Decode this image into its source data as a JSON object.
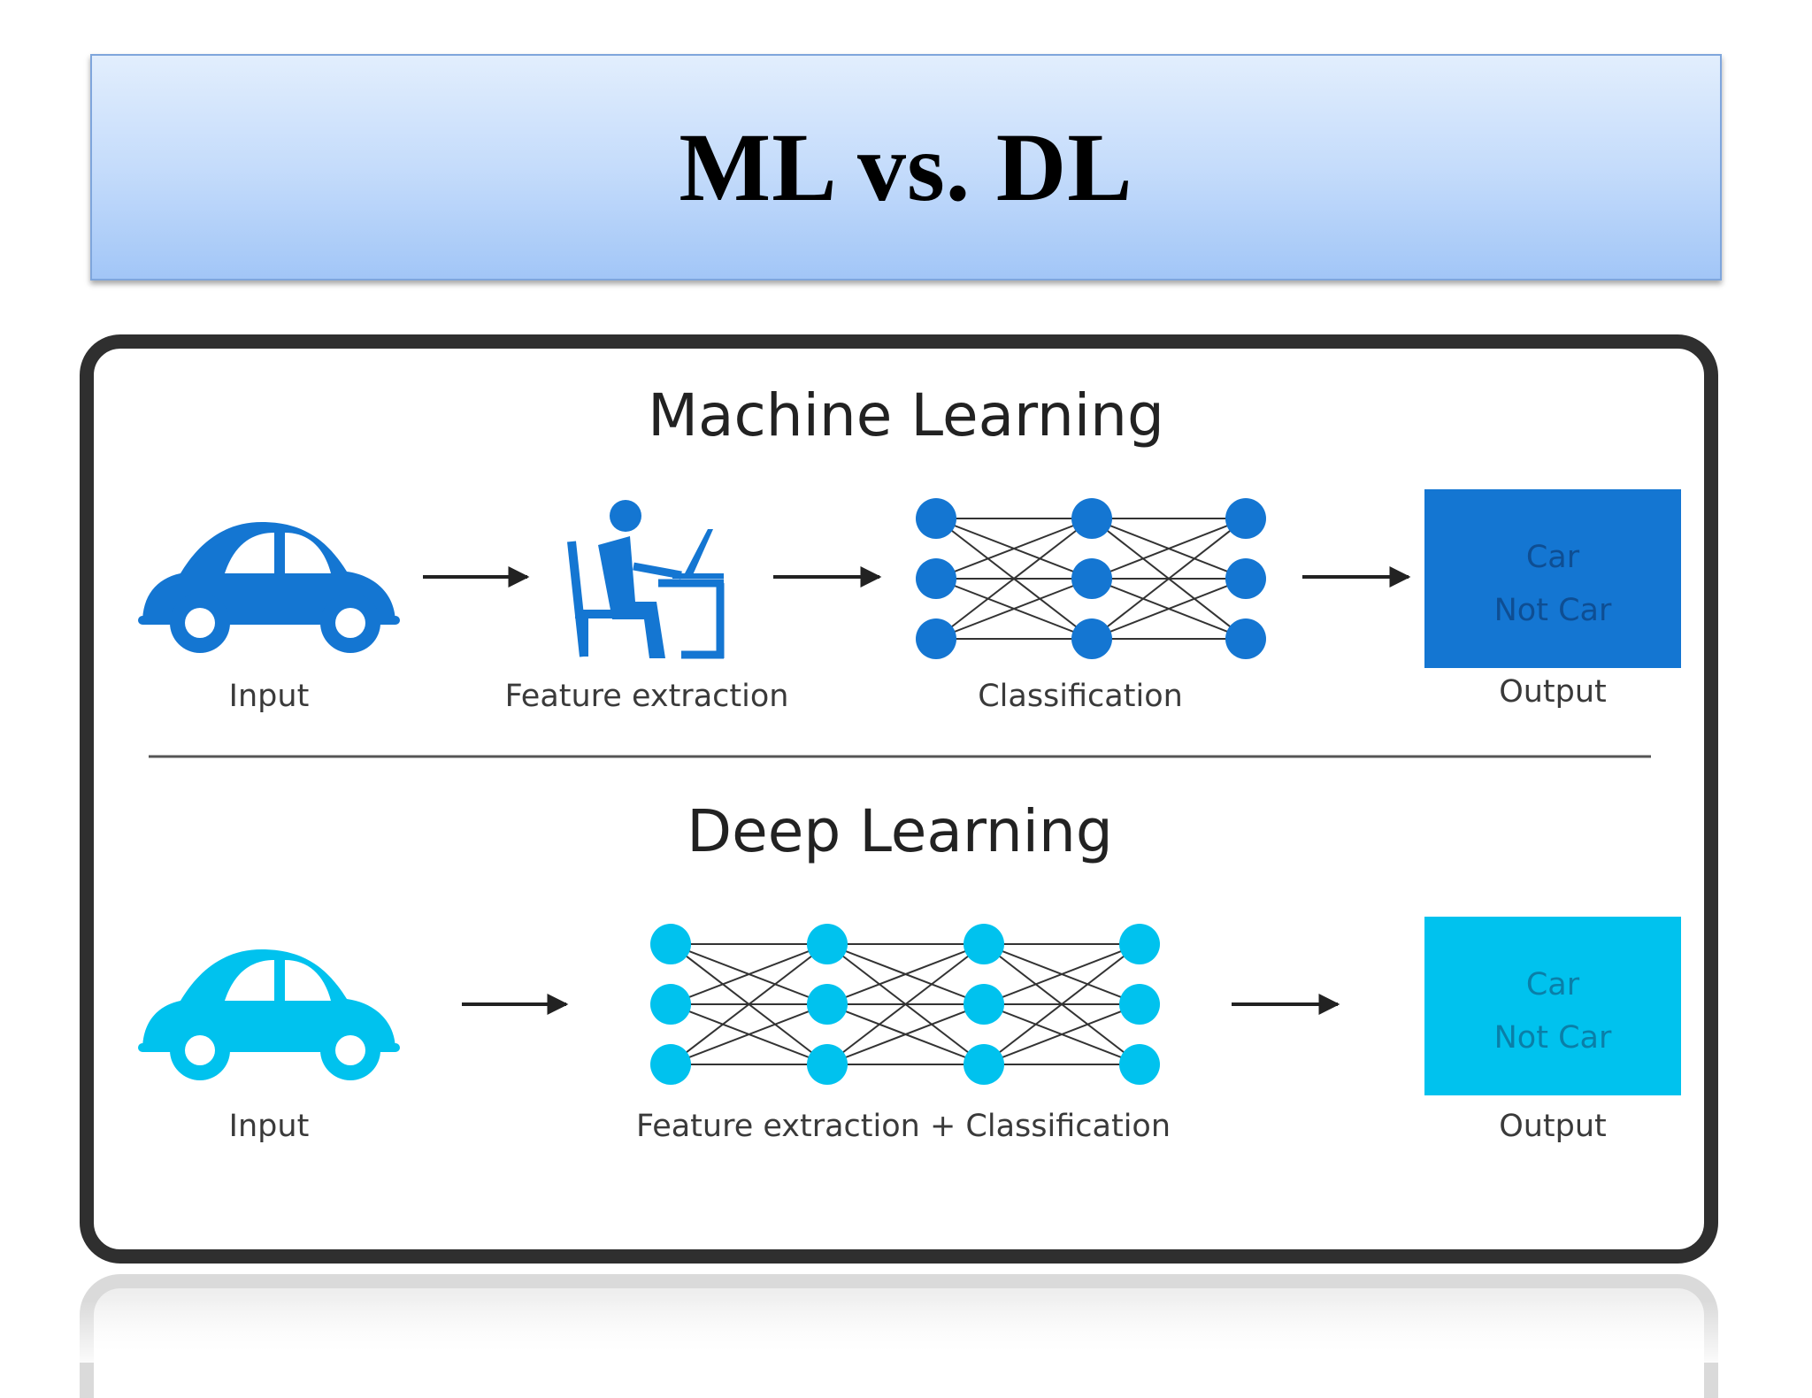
{
  "title": "ML vs. DL",
  "colors": {
    "ml_blue": "#1476d2",
    "dl_cyan": "#00c2ee",
    "ml_output_text": "#0e4e93",
    "dl_output_text": "#0a7fa8"
  },
  "ml": {
    "heading": "Machine Learning",
    "input_label": "Input",
    "feature_label": "Feature extraction",
    "classification_label": "Classification",
    "output_label": "Output",
    "output_option_1": "Car",
    "output_option_2": "Not Car",
    "input_icon": "car-icon",
    "feature_icon": "person-at-laptop-icon"
  },
  "dl": {
    "heading": "Deep Learning",
    "input_label": "Input",
    "network_label": "Feature extraction + Classification",
    "output_label": "Output",
    "output_option_1": "Car",
    "output_option_2": "Not Car",
    "input_icon": "car-icon"
  }
}
